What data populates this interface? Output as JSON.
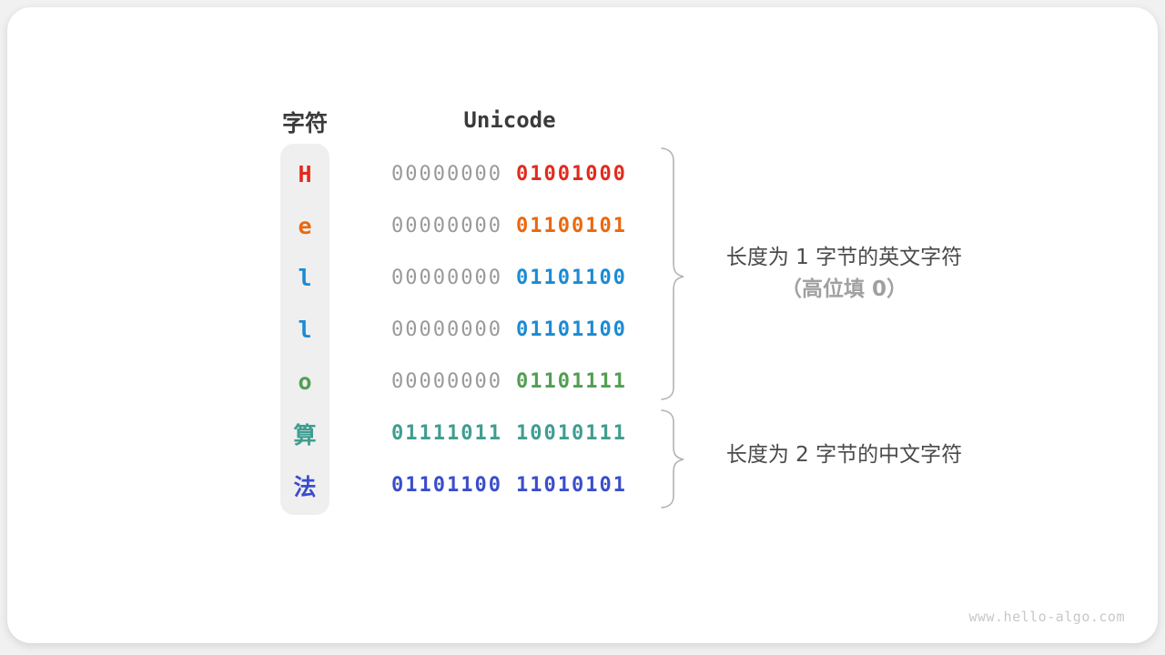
{
  "header": {
    "character_column": "字符",
    "unicode_column": "Unicode"
  },
  "rows": [
    {
      "char": "H",
      "color": "#e02b1e",
      "bytes": [
        {
          "text": "00000000",
          "color": "#999999",
          "bold": false
        },
        {
          "text": "01001000",
          "color": "#e02b1e",
          "bold": true
        }
      ]
    },
    {
      "char": "e",
      "color": "#ea680f",
      "bytes": [
        {
          "text": "00000000",
          "color": "#999999",
          "bold": false
        },
        {
          "text": "01100101",
          "color": "#ea680f",
          "bold": true
        }
      ]
    },
    {
      "char": "l",
      "color": "#1b8bd3",
      "bytes": [
        {
          "text": "00000000",
          "color": "#999999",
          "bold": false
        },
        {
          "text": "01101100",
          "color": "#1b8bd3",
          "bold": true
        }
      ]
    },
    {
      "char": "l",
      "color": "#1b8bd3",
      "bytes": [
        {
          "text": "00000000",
          "color": "#999999",
          "bold": false
        },
        {
          "text": "01101100",
          "color": "#1b8bd3",
          "bold": true
        }
      ]
    },
    {
      "char": "o",
      "color": "#529e52",
      "bytes": [
        {
          "text": "00000000",
          "color": "#999999",
          "bold": false
        },
        {
          "text": "01101111",
          "color": "#529e52",
          "bold": true
        }
      ]
    },
    {
      "char": "算",
      "color": "#3f9d90",
      "bytes": [
        {
          "text": "01111011",
          "color": "#3f9d90",
          "bold": true
        },
        {
          "text": "10010111",
          "color": "#3f9d90",
          "bold": true
        }
      ]
    },
    {
      "char": "法",
      "color": "#3a4ecb",
      "bytes": [
        {
          "text": "01101100",
          "color": "#3a4ecb",
          "bold": true
        },
        {
          "text": "11010101",
          "color": "#3a4ecb",
          "bold": true
        }
      ]
    }
  ],
  "annotations": {
    "english": {
      "line1": "长度为 1 字节的英文字符",
      "line2": "（高位填 0）"
    },
    "chinese": {
      "line1": "长度为 2 字节的中文字符"
    }
  },
  "watermark": "www.hello-algo.com",
  "colors": {
    "zero_gray": "#999999",
    "brace": "#b3b3b3",
    "pill_background": "#efefef"
  }
}
